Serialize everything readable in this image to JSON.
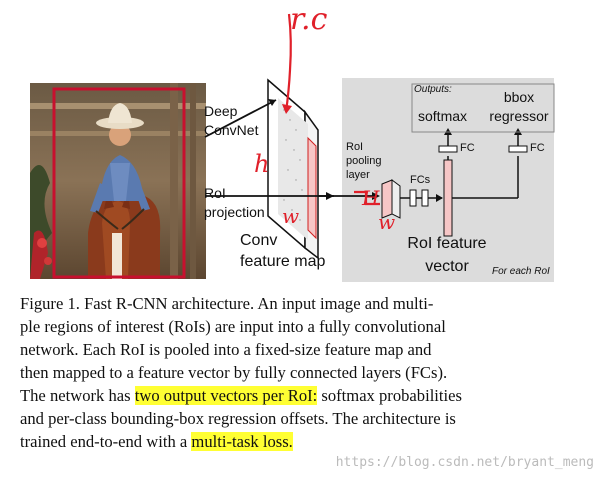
{
  "diagram": {
    "deep_convnet_lines": [
      "Deep",
      "ConvNet"
    ],
    "roi_projection_lines": [
      "RoI",
      "projection"
    ],
    "conv_feature_map_lines": [
      "Conv",
      "feature map"
    ],
    "roi_pooling_layer_lines": [
      "RoI",
      "pooling",
      "layer"
    ],
    "fcs_label": "FCs",
    "fc_label_left": "FC",
    "fc_label_right": "FC",
    "outputs_label": "Outputs:",
    "softmax_label": "softmax",
    "bbox_regressor_lines": [
      "bbox",
      "regressor"
    ],
    "roi_feature_vector_lines": [
      "RoI feature",
      "vector"
    ],
    "for_each_roi": "For each RoI"
  },
  "annotations": {
    "rc": "r.c",
    "h_left": "h",
    "w_left": "w",
    "h_right": "H",
    "w_right": "w"
  },
  "caption": {
    "line1": "Figure 1. Fast R-CNN architecture.  An input image and multi-",
    "line2": "ple regions of interest (RoIs) are input into a fully convolutional",
    "line3": "network.  Each RoI is pooled into a fixed-size feature map and",
    "line4": "then mapped to a feature vector by fully connected layers (FCs).",
    "line5_pre": "The network has ",
    "line5_hl": "two output vectors per RoI:",
    "line5_post": " softmax probabilities",
    "line6": "and per-class bounding-box regression offsets. The architecture is",
    "line7_pre": "trained end-to-end with a ",
    "line7_hl": "multi-task loss."
  },
  "watermark": "https://blog.csdn.net/bryant_meng",
  "colors": {
    "annotation_red": "#e0202a",
    "highlight_yellow": "#ffff33",
    "panel_gray": "#dcdcdc",
    "bbox_red": "#c8102e"
  }
}
